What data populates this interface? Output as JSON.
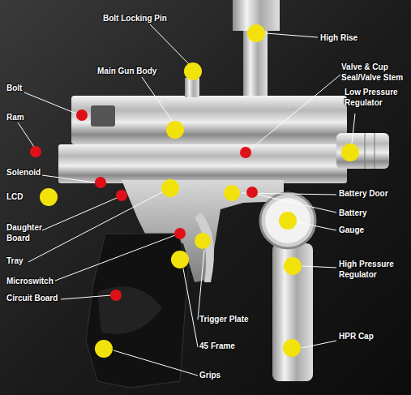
{
  "diagram": {
    "labels": [
      "Bolt Locking Pin",
      "High Rise",
      "Main Gun Body",
      "Valve & Cup Seal/Valve Stem",
      "Bolt",
      "Low Pressure Regulator",
      "Ram",
      "Solenoid",
      "LCD",
      "Battery Door",
      "Daughter Board",
      "Battery",
      "Gauge",
      "Tray",
      "Microswitch",
      "High Pressure Regulator",
      "Circuit Board",
      "Trigger Plate",
      "HPR Cap",
      "45 Frame",
      "Grips"
    ]
  }
}
